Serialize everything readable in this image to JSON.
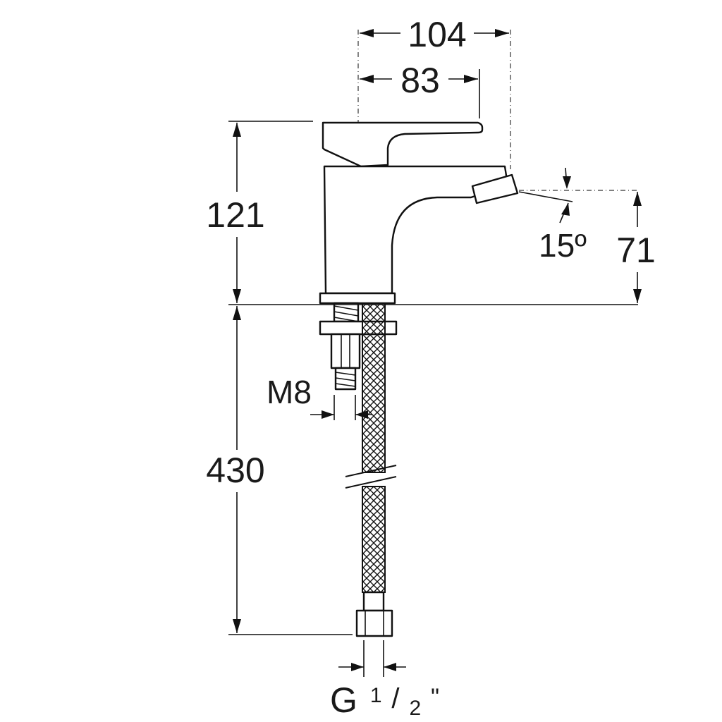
{
  "dimensions": {
    "width_top": "104",
    "width_lever": "83",
    "height_body": "121",
    "spout_angle": "15º",
    "spout_height": "71",
    "hose_length": "430",
    "thread": "M8",
    "connector": "G",
    "connector_fraction_num": "1",
    "connector_fraction_slash": "/",
    "connector_fraction_den": "2",
    "connector_inch": "\""
  }
}
